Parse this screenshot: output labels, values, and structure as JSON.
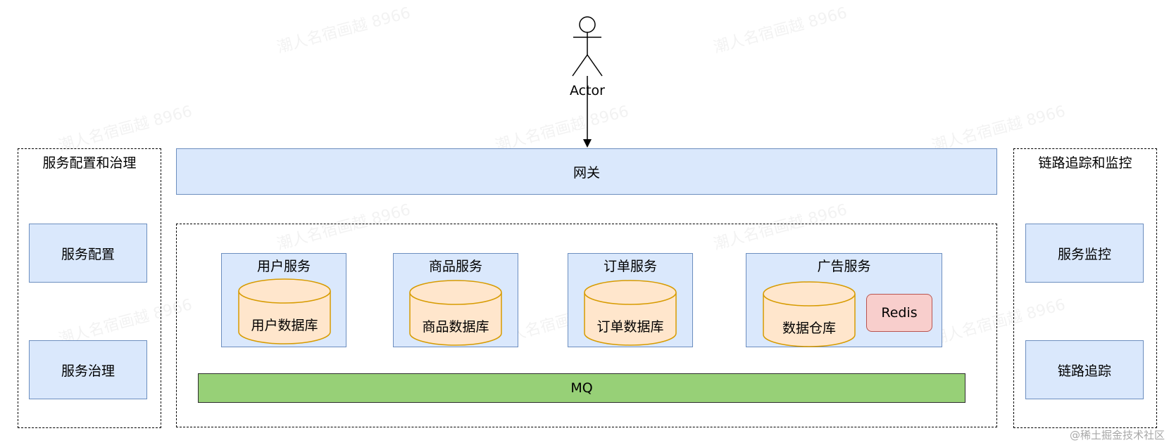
{
  "actor": {
    "label": "Actor"
  },
  "gateway": {
    "label": "网关"
  },
  "left_panel": {
    "title": "服务配置和治理",
    "items": [
      {
        "label": "服务配置"
      },
      {
        "label": "服务治理"
      }
    ]
  },
  "right_panel": {
    "title": "链路追踪和监控",
    "items": [
      {
        "label": "服务监控"
      },
      {
        "label": "链路追踪"
      }
    ]
  },
  "services": [
    {
      "title": "用户服务",
      "db": "用户数据库"
    },
    {
      "title": "商品服务",
      "db": "商品数据库"
    },
    {
      "title": "订单服务",
      "db": "订单数据库"
    },
    {
      "title": "广告服务",
      "db": "数据仓库",
      "cache": "Redis"
    }
  ],
  "mq": {
    "label": "MQ"
  },
  "watermark": {
    "text": "潮人名宿画越 8966"
  },
  "footer": {
    "text": "@稀土掘金技术社区"
  },
  "colors": {
    "blue_fill": "#dae8fc",
    "blue_stroke": "#6c8ebf",
    "db_fill": "#ffe6cc",
    "db_stroke": "#d79b00",
    "redis_fill": "#f8cecc",
    "redis_stroke": "#b85450",
    "mq_fill": "#97d077"
  }
}
